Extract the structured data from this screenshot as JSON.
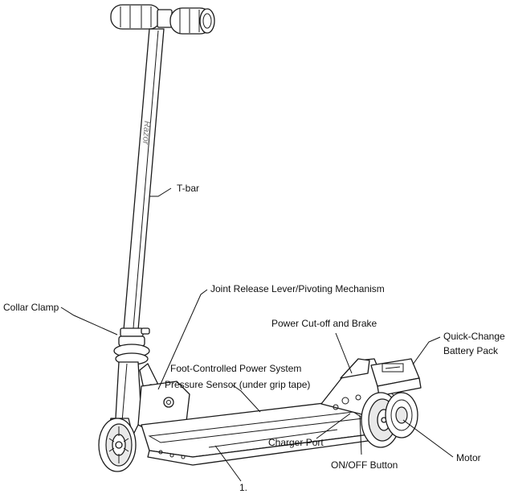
{
  "labels": {
    "t_bar": "T-bar",
    "collar_clamp": "Collar Clamp",
    "joint_release": "Joint Release Lever/Pivoting Mechanism",
    "power_cutoff": "Power Cut-off and Brake",
    "quick_change_1": "Quick-Change",
    "quick_change_2": "Battery Pack",
    "foot_controlled_1": "Foot-Controlled Power System",
    "foot_controlled_2": "Pressure Sensor (under grip tape)",
    "charger_port": "Charger Port",
    "on_off": "ON/OFF Button",
    "motor": "Motor",
    "number_1": "1."
  },
  "logo_text": "Razor"
}
